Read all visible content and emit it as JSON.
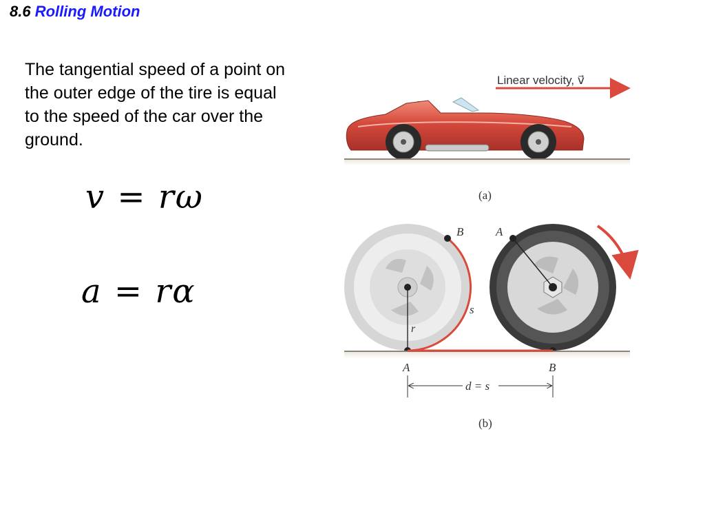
{
  "title": {
    "number": "8.6",
    "name": "Rolling Motion"
  },
  "body_text": "The tangential speed of a point on the outer edge of the tire is equal to the speed of the car over the ground.",
  "equations": {
    "velocity": "v = rω",
    "acceleration": "a = rα"
  },
  "figure": {
    "velocity_label": "Linear velocity, v⃗",
    "caption_a": "(a)",
    "caption_b": "(b)",
    "label_B_top": "B",
    "label_A_top": "A",
    "label_s": "s",
    "label_r": "r",
    "label_A_bottom": "A",
    "label_B_bottom": "B",
    "distance_label": "d = s"
  },
  "colors": {
    "title_accent": "#1a1aff",
    "car_red": "#d64a3c",
    "arrow_red": "#d94a3c"
  }
}
